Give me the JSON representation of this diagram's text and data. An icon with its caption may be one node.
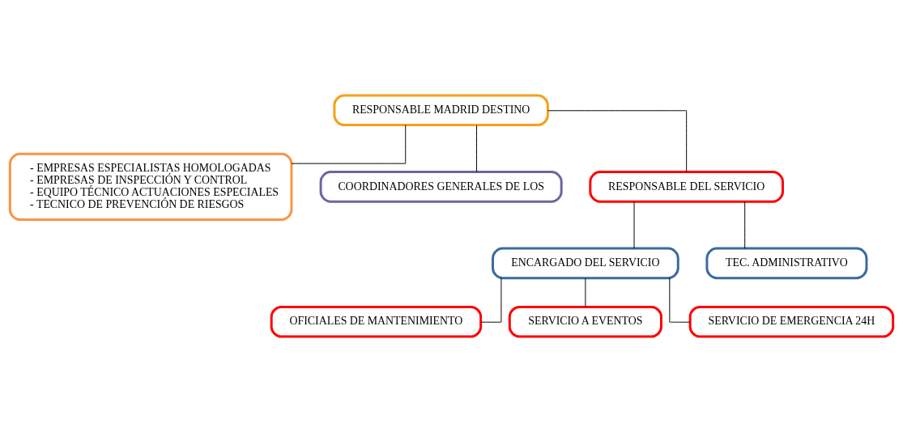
{
  "diagram": {
    "nodes": [
      {
        "text": [
          "RESPONSABLE MADRID DESTINO"
        ]
      },
      {
        "text": [
          "- EMPRESAS ESPECIALISTAS HOMOLOGADAS",
          "- EMPRESAS DE INSPECCIÓN Y CONTROL",
          "- EQUIPO TÉCNICO ACTUACIONES ESPECIALES",
          "- TECNICO DE PREVENCIÓN DE RIESGOS"
        ]
      },
      {
        "text": [
          "COORDINADORES GENERALES DE LOS"
        ]
      },
      {
        "text": [
          "RESPONSABLE DEL SERVICIO"
        ]
      },
      {
        "text": [
          "ENCARGADO DEL SERVICIO"
        ]
      },
      {
        "text": [
          "TEC. ADMINISTRATIVO"
        ]
      },
      {
        "text": [
          "OFICIALES DE MANTENIMIENTO"
        ]
      },
      {
        "text": [
          "SERVICIO A EVENTOS"
        ]
      },
      {
        "text": [
          "SERVICIO DE EMERGENCIA 24H"
        ]
      }
    ],
    "edges": [
      {
        "from": 0,
        "to": 1,
        "arrow": "none"
      },
      {
        "from": 0,
        "to": 2,
        "arrow": "none"
      },
      {
        "from": 0,
        "to": 3,
        "arrow": "none"
      },
      {
        "from": 3,
        "to": 4,
        "arrow": "none"
      },
      {
        "from": 3,
        "to": 5,
        "arrow": "none"
      },
      {
        "from": 4,
        "to": 6,
        "arrow": "none"
      },
      {
        "from": 4,
        "to": 7,
        "arrow": "none"
      },
      {
        "from": 4,
        "to": 8,
        "arrow": "none"
      }
    ]
  }
}
